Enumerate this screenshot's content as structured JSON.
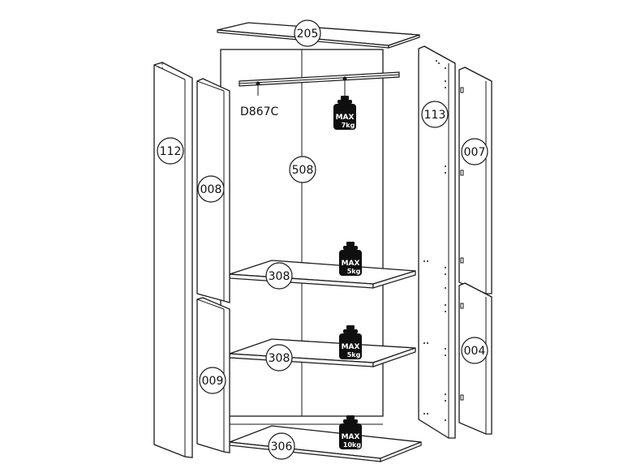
{
  "diagram": {
    "parts": {
      "top_panel": "205",
      "back_panel": "508",
      "left_side": "112",
      "right_side": "113",
      "door_left_upper": "008",
      "door_left_lower": "009",
      "door_right_upper": "007",
      "door_right_lower": "004",
      "shelf_upper": "308",
      "shelf_middle": "308",
      "bottom_shelf": "306"
    },
    "hardware_code": "D867C",
    "weights": {
      "rail": {
        "max": "MAX",
        "load": "7kg"
      },
      "shelf_upper": {
        "max": "MAX",
        "load": "5kg"
      },
      "shelf_middle": {
        "max": "MAX",
        "load": "5kg"
      },
      "bottom": {
        "max": "MAX",
        "load": "10kg"
      }
    }
  }
}
